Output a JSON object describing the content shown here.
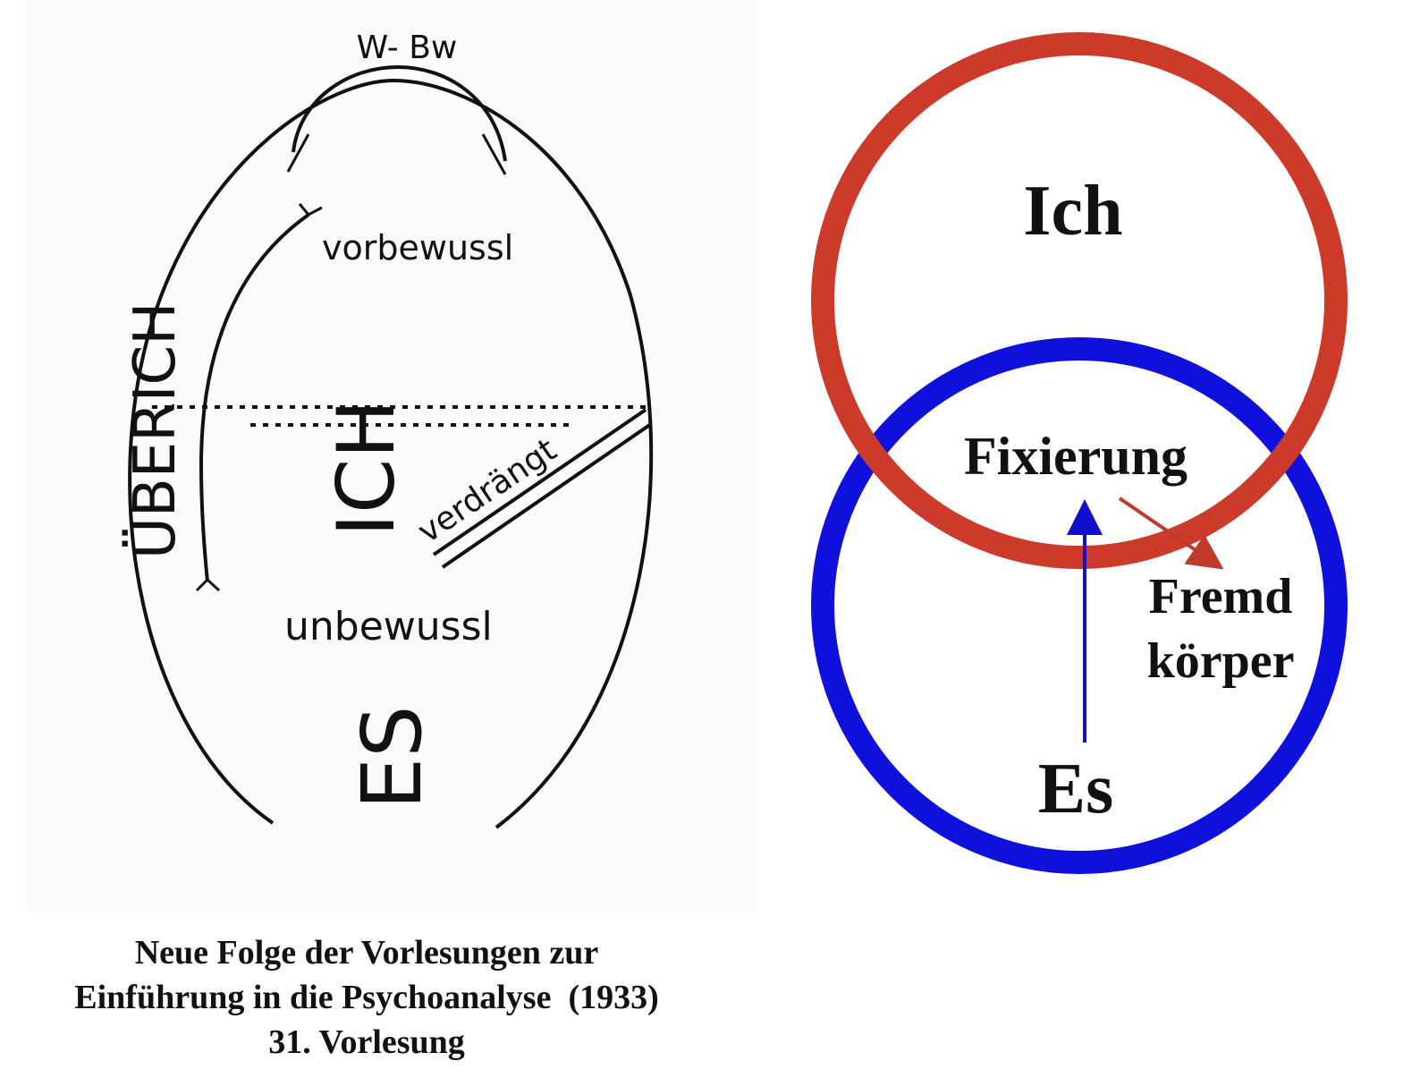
{
  "freud_diagram": {
    "label_top": "W- Bw",
    "label_superego": "ÜBERICH",
    "label_preconscious": "vorbewussl",
    "label_ego": "ICH",
    "label_repressed": "verdrängt",
    "label_unconscious": "unbewussl",
    "label_id": "ES"
  },
  "venn_diagram": {
    "circle_top_label": "Ich",
    "circle_bottom_label": "Es",
    "overlap_label": "Fixierung",
    "outside_label_line1": "Fremd",
    "outside_label_line2": "körper",
    "colors": {
      "ich_circle": "#cc3b2a",
      "es_circle": "#1010dd",
      "es_arrow": "#1010cc",
      "fremdkoerper_arrow": "#c0392b"
    }
  },
  "caption": {
    "line1": "Neue Folge der Vorlesungen zur",
    "line2": "Einführung in die Psychoanalyse  (1933)",
    "line3": "31. Vorlesung"
  }
}
